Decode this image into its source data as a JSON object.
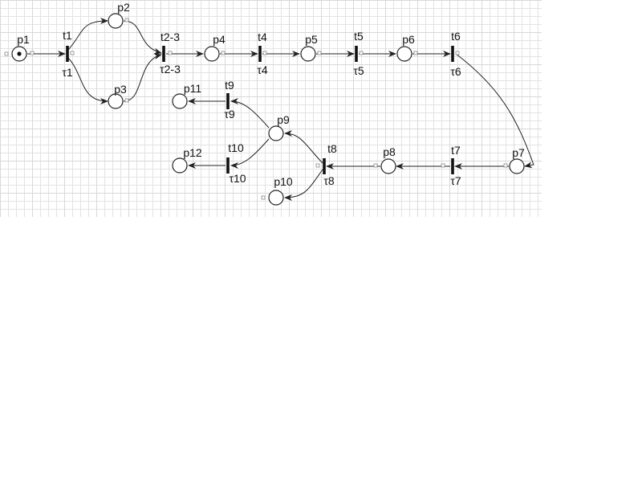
{
  "places": [
    {
      "id": "p1",
      "label": "p1",
      "tokens": 1
    },
    {
      "id": "p2",
      "label": "p2",
      "tokens": 0
    },
    {
      "id": "p3",
      "label": "p3",
      "tokens": 0
    },
    {
      "id": "p4",
      "label": "p4",
      "tokens": 0
    },
    {
      "id": "p5",
      "label": "p5",
      "tokens": 0
    },
    {
      "id": "p6",
      "label": "p6",
      "tokens": 0
    },
    {
      "id": "p7",
      "label": "p7",
      "tokens": 0
    },
    {
      "id": "p8",
      "label": "p8",
      "tokens": 0
    },
    {
      "id": "p9",
      "label": "p9",
      "tokens": 0
    },
    {
      "id": "p10",
      "label": "p10",
      "tokens": 0
    },
    {
      "id": "p11",
      "label": "p11",
      "tokens": 0
    },
    {
      "id": "p12",
      "label": "p12",
      "tokens": 0
    }
  ],
  "transitions": [
    {
      "id": "t1",
      "label": "t1",
      "delay": "τ1"
    },
    {
      "id": "t23",
      "label": "t2-3",
      "delay": "τ2-3"
    },
    {
      "id": "t4",
      "label": "t4",
      "delay": "τ4"
    },
    {
      "id": "t5",
      "label": "t5",
      "delay": "τ5"
    },
    {
      "id": "t6",
      "label": "t6",
      "delay": "τ6"
    },
    {
      "id": "t7",
      "label": "t7",
      "delay": "τ7"
    },
    {
      "id": "t8",
      "label": "t8",
      "delay": "τ8"
    },
    {
      "id": "t9",
      "label": "t9",
      "delay": "τ9"
    },
    {
      "id": "t10",
      "label": "t10",
      "delay": "τ10"
    }
  ],
  "arcs": [
    {
      "from": "p1",
      "to": "t1"
    },
    {
      "from": "t1",
      "to": "p2"
    },
    {
      "from": "t1",
      "to": "p3"
    },
    {
      "from": "p2",
      "to": "t23"
    },
    {
      "from": "p3",
      "to": "t23"
    },
    {
      "from": "t23",
      "to": "p4"
    },
    {
      "from": "p4",
      "to": "t4"
    },
    {
      "from": "t4",
      "to": "p5"
    },
    {
      "from": "p5",
      "to": "t5"
    },
    {
      "from": "t5",
      "to": "p6"
    },
    {
      "from": "p6",
      "to": "t6"
    },
    {
      "from": "t6",
      "to": "p7"
    },
    {
      "from": "p7",
      "to": "t7"
    },
    {
      "from": "t7",
      "to": "p8"
    },
    {
      "from": "p8",
      "to": "t8"
    },
    {
      "from": "t8",
      "to": "p9"
    },
    {
      "from": "t8",
      "to": "p10"
    },
    {
      "from": "p9",
      "to": "t9"
    },
    {
      "from": "p9",
      "to": "t10"
    },
    {
      "from": "t9",
      "to": "p11"
    },
    {
      "from": "t10",
      "to": "p12"
    }
  ]
}
